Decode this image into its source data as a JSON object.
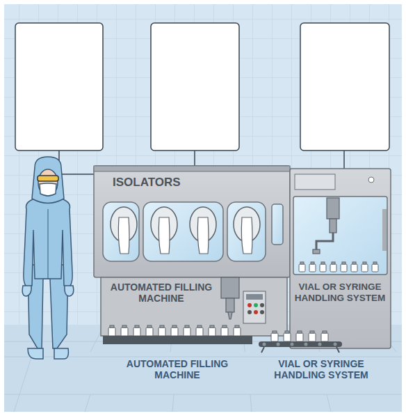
{
  "diagram": {
    "labels": [
      "ISOLATORS",
      "AUTOMATED FILLING MACHINE",
      "VIAL OR SYRINGE HANDLING SYSTEM",
      "AUTOMATED FILLING MACHINE",
      "VIAL OR SYRINGE HANDLING SYSTEM"
    ]
  }
}
